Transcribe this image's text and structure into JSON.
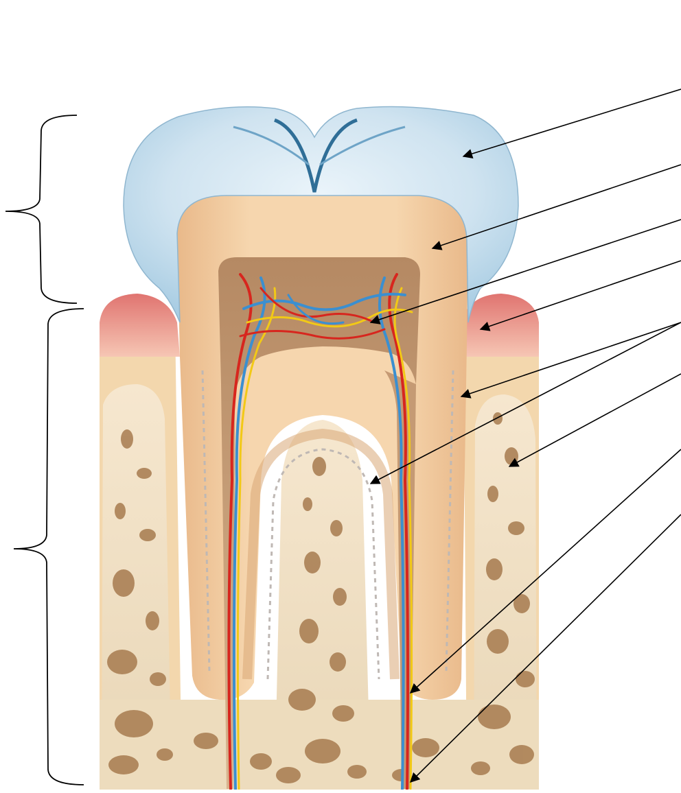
{
  "figure": {
    "kind": "tooth cross-section, unlabeled",
    "labels": [],
    "label_arrow_count": 9,
    "bracket_count": 2,
    "colors": {
      "enamel": "#cfe3f0",
      "enamel_shadow": "#9dc3dc",
      "dentin": "#f3cfa3",
      "dentin_dark": "#e7b582",
      "pulp_cavity": "#c9a27d",
      "gum": "#e88a86",
      "gum_light": "#f7c7b8",
      "bone": "#efe2c8",
      "bone_pore": "#a77b4f",
      "artery": "#d7261e",
      "vein": "#3b8fd0",
      "nerve": "#f2c916",
      "outline": "#000000"
    }
  }
}
